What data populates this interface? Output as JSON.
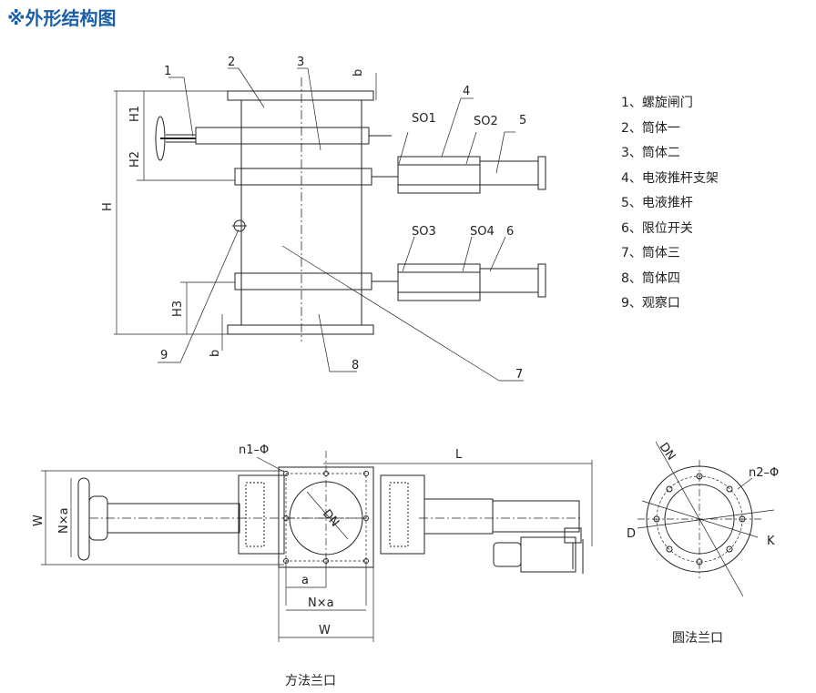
{
  "title": "※外形结构图",
  "legend": [
    "1、螺旋闸门",
    "2、筒体一",
    "3、筒体二",
    "4、电液推杆支架",
    "5、电液推杆",
    "6、限位开关",
    "7、筒体三",
    "8、筒体四",
    "9、观察口"
  ],
  "top_view": {
    "part_numbers": [
      "1",
      "2",
      "3",
      "4",
      "5",
      "6",
      "7",
      "8",
      "9"
    ],
    "switch_labels": [
      "SO1",
      "SO2",
      "SO3",
      "SO4"
    ],
    "dims": {
      "b": "b",
      "H": "H",
      "H1": "H1",
      "H2": "H2",
      "H3": "H3"
    }
  },
  "square_flange": {
    "caption": "方法兰口",
    "labels": {
      "n1": "n1–Φ",
      "L": "L",
      "W": "W",
      "Nxa": "N×a",
      "a": "a",
      "DN": "DN"
    }
  },
  "round_flange": {
    "caption": "圆法兰口",
    "labels": {
      "DN": "DN",
      "n2": "n2–Φ",
      "D": "D",
      "K": "K"
    }
  }
}
